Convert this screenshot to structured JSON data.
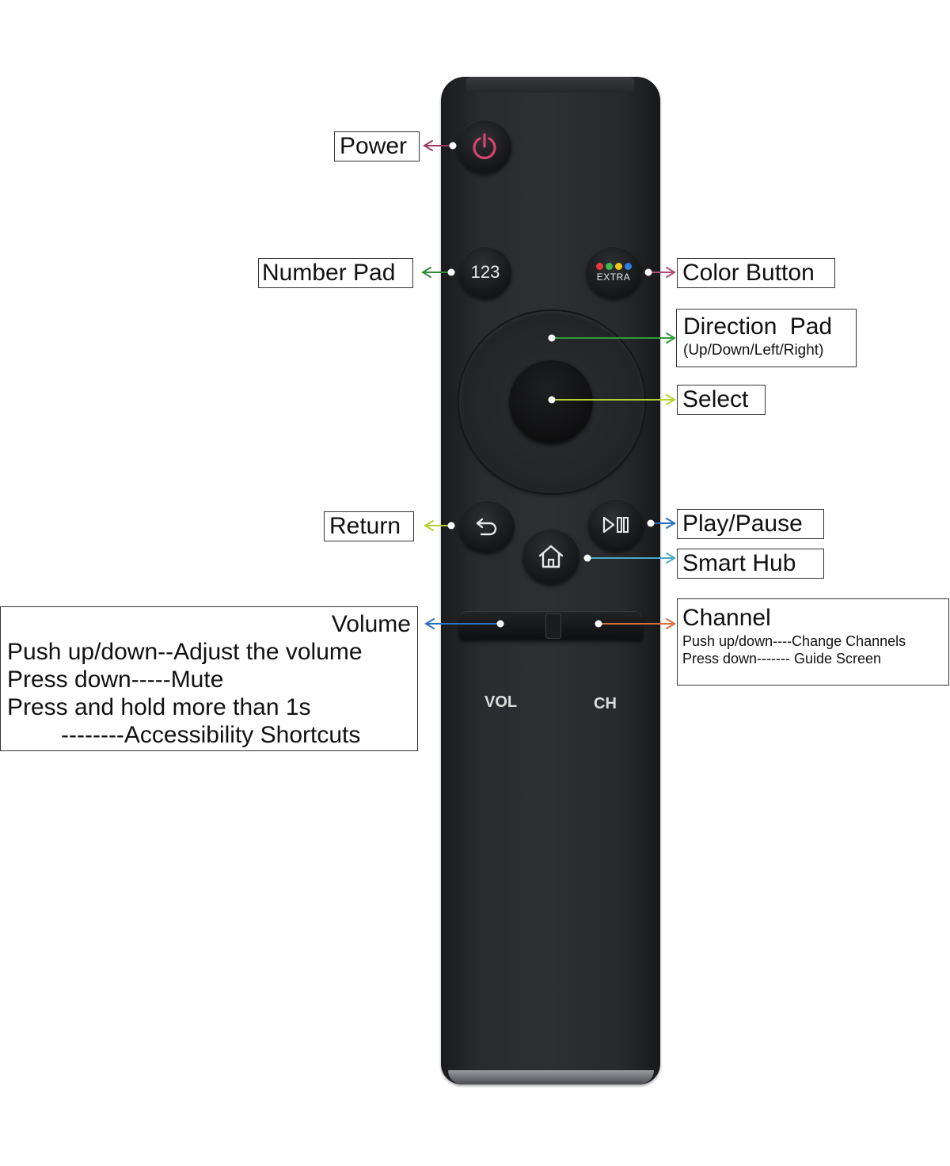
{
  "remote": {
    "buttons": {
      "number_pad_text": "123",
      "extra_text": "EXTRA",
      "extra_dots": [
        "#e23b3b",
        "#3cba4b",
        "#f0c419",
        "#2f7fe0"
      ],
      "vol_text": "VOL",
      "ch_text": "CH"
    }
  },
  "callouts": {
    "power": "Power",
    "number_pad": "Number Pad",
    "color_button": "Color Button",
    "direction_pad_title": "Direction  Pad",
    "direction_pad_sub": "(Up/Down/Left/Right)",
    "select": "Select",
    "return": "Return",
    "play_pause": "Play/Pause",
    "smart_hub": "Smart Hub",
    "channel_title": "Channel",
    "channel_line1": "Push up/down----Change Channels",
    "channel_line2": "Press down------- Guide Screen",
    "volume_title": "Volume",
    "volume_line1": "Push up/down--Adjust the volume",
    "volume_line2": "Press down-----Mute",
    "volume_line3": "Press and hold more than 1s",
    "volume_line4": "--------Accessibility Shortcuts"
  },
  "colors": {
    "power_icon": "#d6456e",
    "arrow_power": "#9c3a5e",
    "arrow_number": "#2e8b3a",
    "arrow_color": "#b04a7a",
    "arrow_direction": "#2e9a3a",
    "arrow_select": "#b8d030",
    "arrow_return": "#b8d030",
    "arrow_play": "#2b6fc4",
    "arrow_hub": "#4aa8c8",
    "arrow_volume": "#2b6fc4",
    "arrow_channel": "#d4703a"
  }
}
